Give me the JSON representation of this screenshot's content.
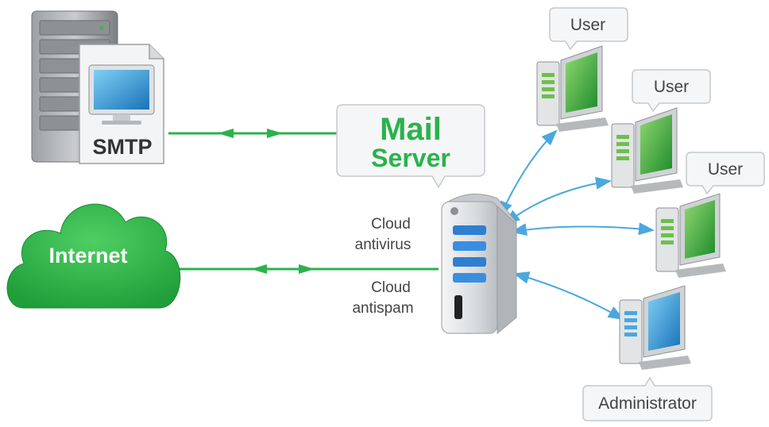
{
  "nodes": {
    "smtp": {
      "label": "SMTP"
    },
    "internet": {
      "label": "Internet"
    },
    "mail_server": {
      "title_line1": "Mail",
      "title_line2": "Server"
    },
    "features": [
      "Cloud",
      "antivirus",
      "Cloud",
      "antispam"
    ],
    "users": [
      "User",
      "User",
      "User"
    ],
    "administrator": "Administrator"
  },
  "colors": {
    "green": "#2bb24c",
    "green_dark": "#1f9e3d",
    "blue": "#4aa8de",
    "text_dark": "#444444"
  },
  "icons": [
    "smtp-server-icon",
    "cloud-icon",
    "mail-server-tower-icon",
    "user-computer-icon",
    "administrator-computer-icon"
  ]
}
